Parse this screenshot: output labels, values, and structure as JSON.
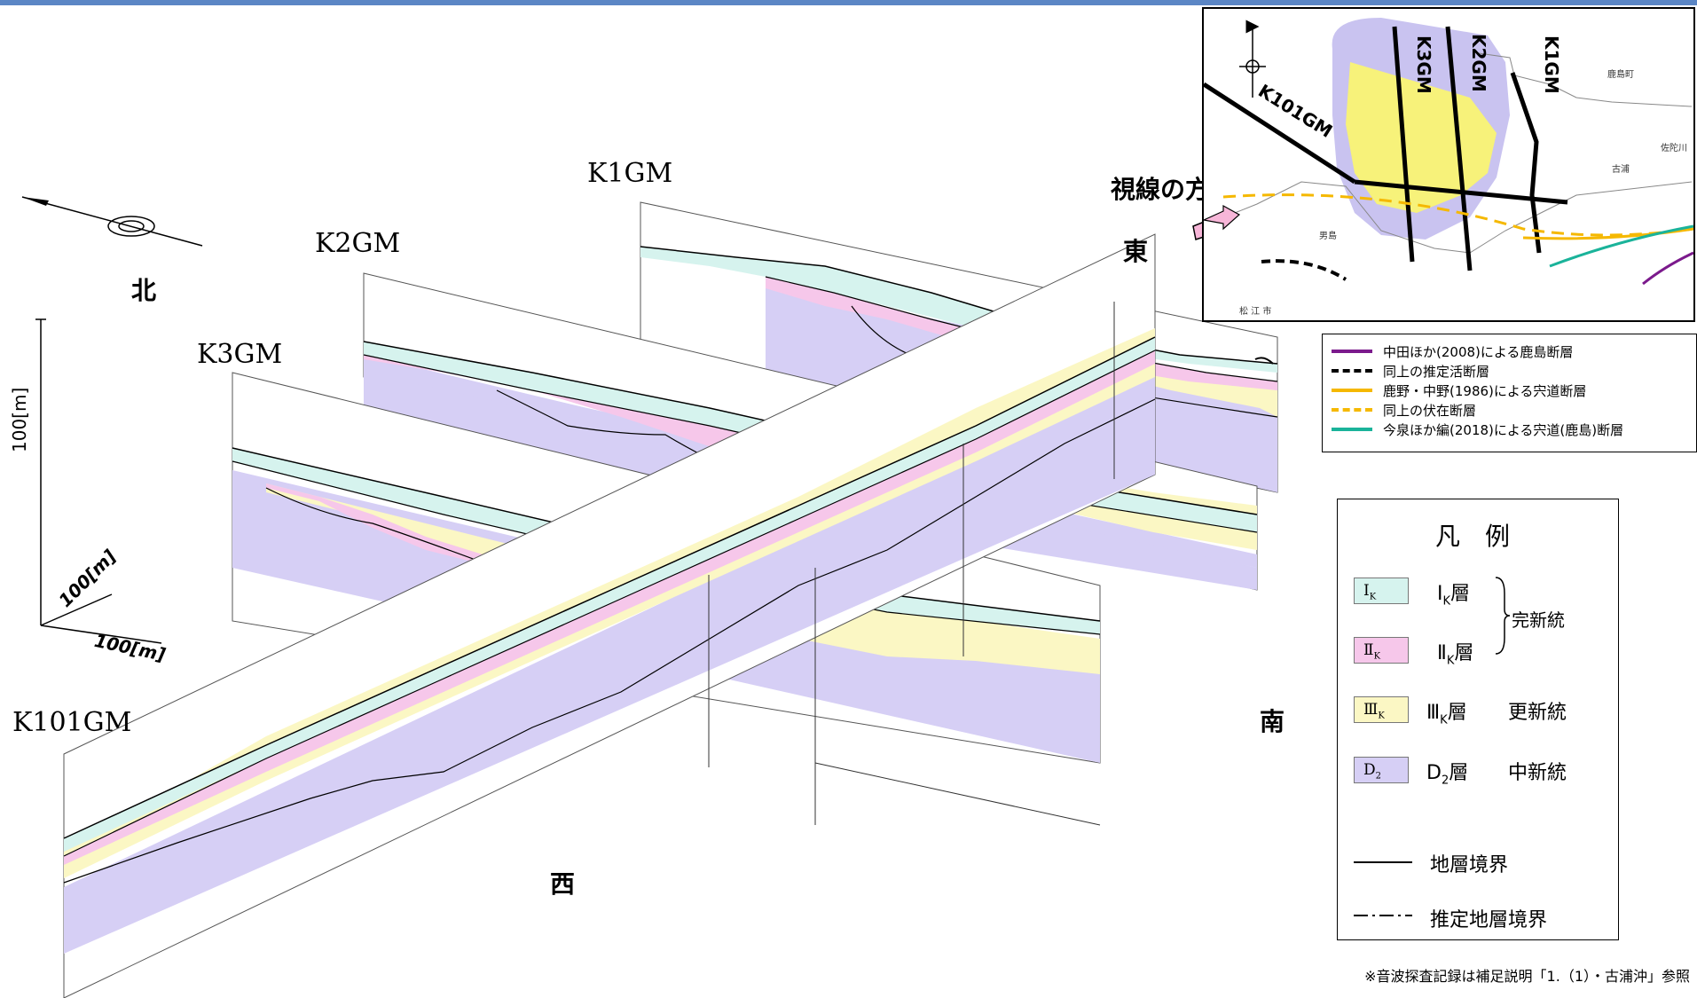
{
  "profiles": {
    "k1": "K1GM",
    "k2": "K2GM",
    "k3": "K3GM",
    "k101": "K101GM"
  },
  "directions": {
    "north": "北",
    "east": "東",
    "south": "南",
    "west": "西"
  },
  "scale": {
    "vertical": "100[m]",
    "depth": "100[m]",
    "horizontal": "100[m]"
  },
  "view_direction": "視線の方向",
  "map": {
    "lines": [
      "K101GM",
      "K3GM",
      "K2GM",
      "K1GM"
    ],
    "place_labels": [
      "鹿島町",
      "佐陀川",
      "古浦",
      "男島",
      "松 江 市"
    ]
  },
  "faults": [
    {
      "label": "中田ほか(2008)による鹿島断層",
      "color": "#7b1a8c",
      "style": "solid"
    },
    {
      "label": "同上の推定活断層",
      "color": "#000000",
      "style": "dashed"
    },
    {
      "label": "鹿野・中野(1986)による宍道断層",
      "color": "#f5b800",
      "style": "solid"
    },
    {
      "label": "同上の伏在断層",
      "color": "#f5b800",
      "style": "dashed"
    },
    {
      "label": "今泉ほか編(2018)による宍道(鹿島)断層",
      "color": "#1ab39a",
      "style": "solid"
    }
  ],
  "legend": {
    "title": "凡　例",
    "items": [
      {
        "swatch": "Ⅰ",
        "swatch_sub": "K",
        "label": "Ⅰ",
        "label_sub": "K",
        "suffix": "層",
        "color": "#d6f3ee"
      },
      {
        "swatch": "Ⅱ",
        "swatch_sub": "K",
        "label": "Ⅱ",
        "label_sub": "K",
        "suffix": "層",
        "color": "#f6c7ea"
      },
      {
        "swatch": "Ⅲ",
        "swatch_sub": "K",
        "label": "Ⅲ",
        "label_sub": "K",
        "suffix": "層",
        "color": "#fbf7c4"
      },
      {
        "swatch": "D",
        "swatch_sub": "2",
        "label": "D",
        "label_sub": "2",
        "suffix": "層",
        "color": "#d6cff5"
      }
    ],
    "era_holocene": "完新統",
    "era_pleistocene": "更新統",
    "era_miocene": "中新統",
    "line_boundary": "地層境界",
    "line_inferred": "推定地層境界"
  },
  "colors": {
    "layer1": "#d6f3ee",
    "layer2": "#f6c7ea",
    "layer3": "#fbf7c4",
    "d2": "#d6cff5",
    "map_purple": "#c9c3f0",
    "map_yellow": "#f7f27a",
    "arrow_pink": "#f7b6d8"
  },
  "note": "※音波探査記録は補足説明「1.（1）・古浦沖」参照"
}
